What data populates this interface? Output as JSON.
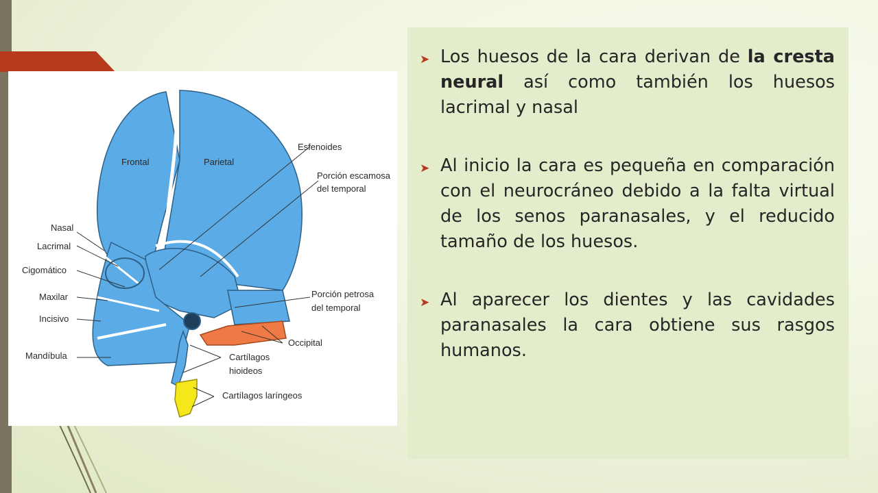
{
  "labels": {
    "frontal": "Frontal",
    "parietal": "Parietal",
    "esfenoides": "Esfenoides",
    "porcion_escamosa_1": "Porción escamosa",
    "porcion_escamosa_2": "del temporal",
    "nasal": "Nasal",
    "lacrimal": "Lacrimal",
    "cigomatico": "Cigomático",
    "maxilar": "Maxilar",
    "incisivo": "Incisivo",
    "mandibula": "Mandíbula",
    "porcion_petrosa_1": "Porción petrosa",
    "porcion_petrosa_2": "del temporal",
    "occipital": "Occipital",
    "cartilagos_hioideos_1": "Cartílagos",
    "cartilagos_hioideos_2": "hioideos",
    "cartilagos_laringeos": "Cartílagos laríngeos"
  },
  "bullets": [
    {
      "pre": "Los huesos de la cara derivan de ",
      "bold": "la cresta neural",
      "post": " así como también los huesos lacrimal y nasal"
    },
    {
      "pre": "Al inicio la cara es pequeña en comparación con el neurocráneo debido a la falta virtual de los senos paranasales, y el reducido tamaño de los huesos.",
      "bold": "",
      "post": ""
    },
    {
      "pre": "Al aparecer los dientes y las cavidades paranasales la cara obtiene sus rasgos humanos.",
      "bold": "",
      "post": ""
    }
  ],
  "colors": {
    "bone": "#5aabe6",
    "occipital": "#f07a45",
    "cartilage": "#f4e81a",
    "accent": "#b83a1c"
  },
  "icons": {
    "bullet": "arrow-bullet-icon"
  }
}
